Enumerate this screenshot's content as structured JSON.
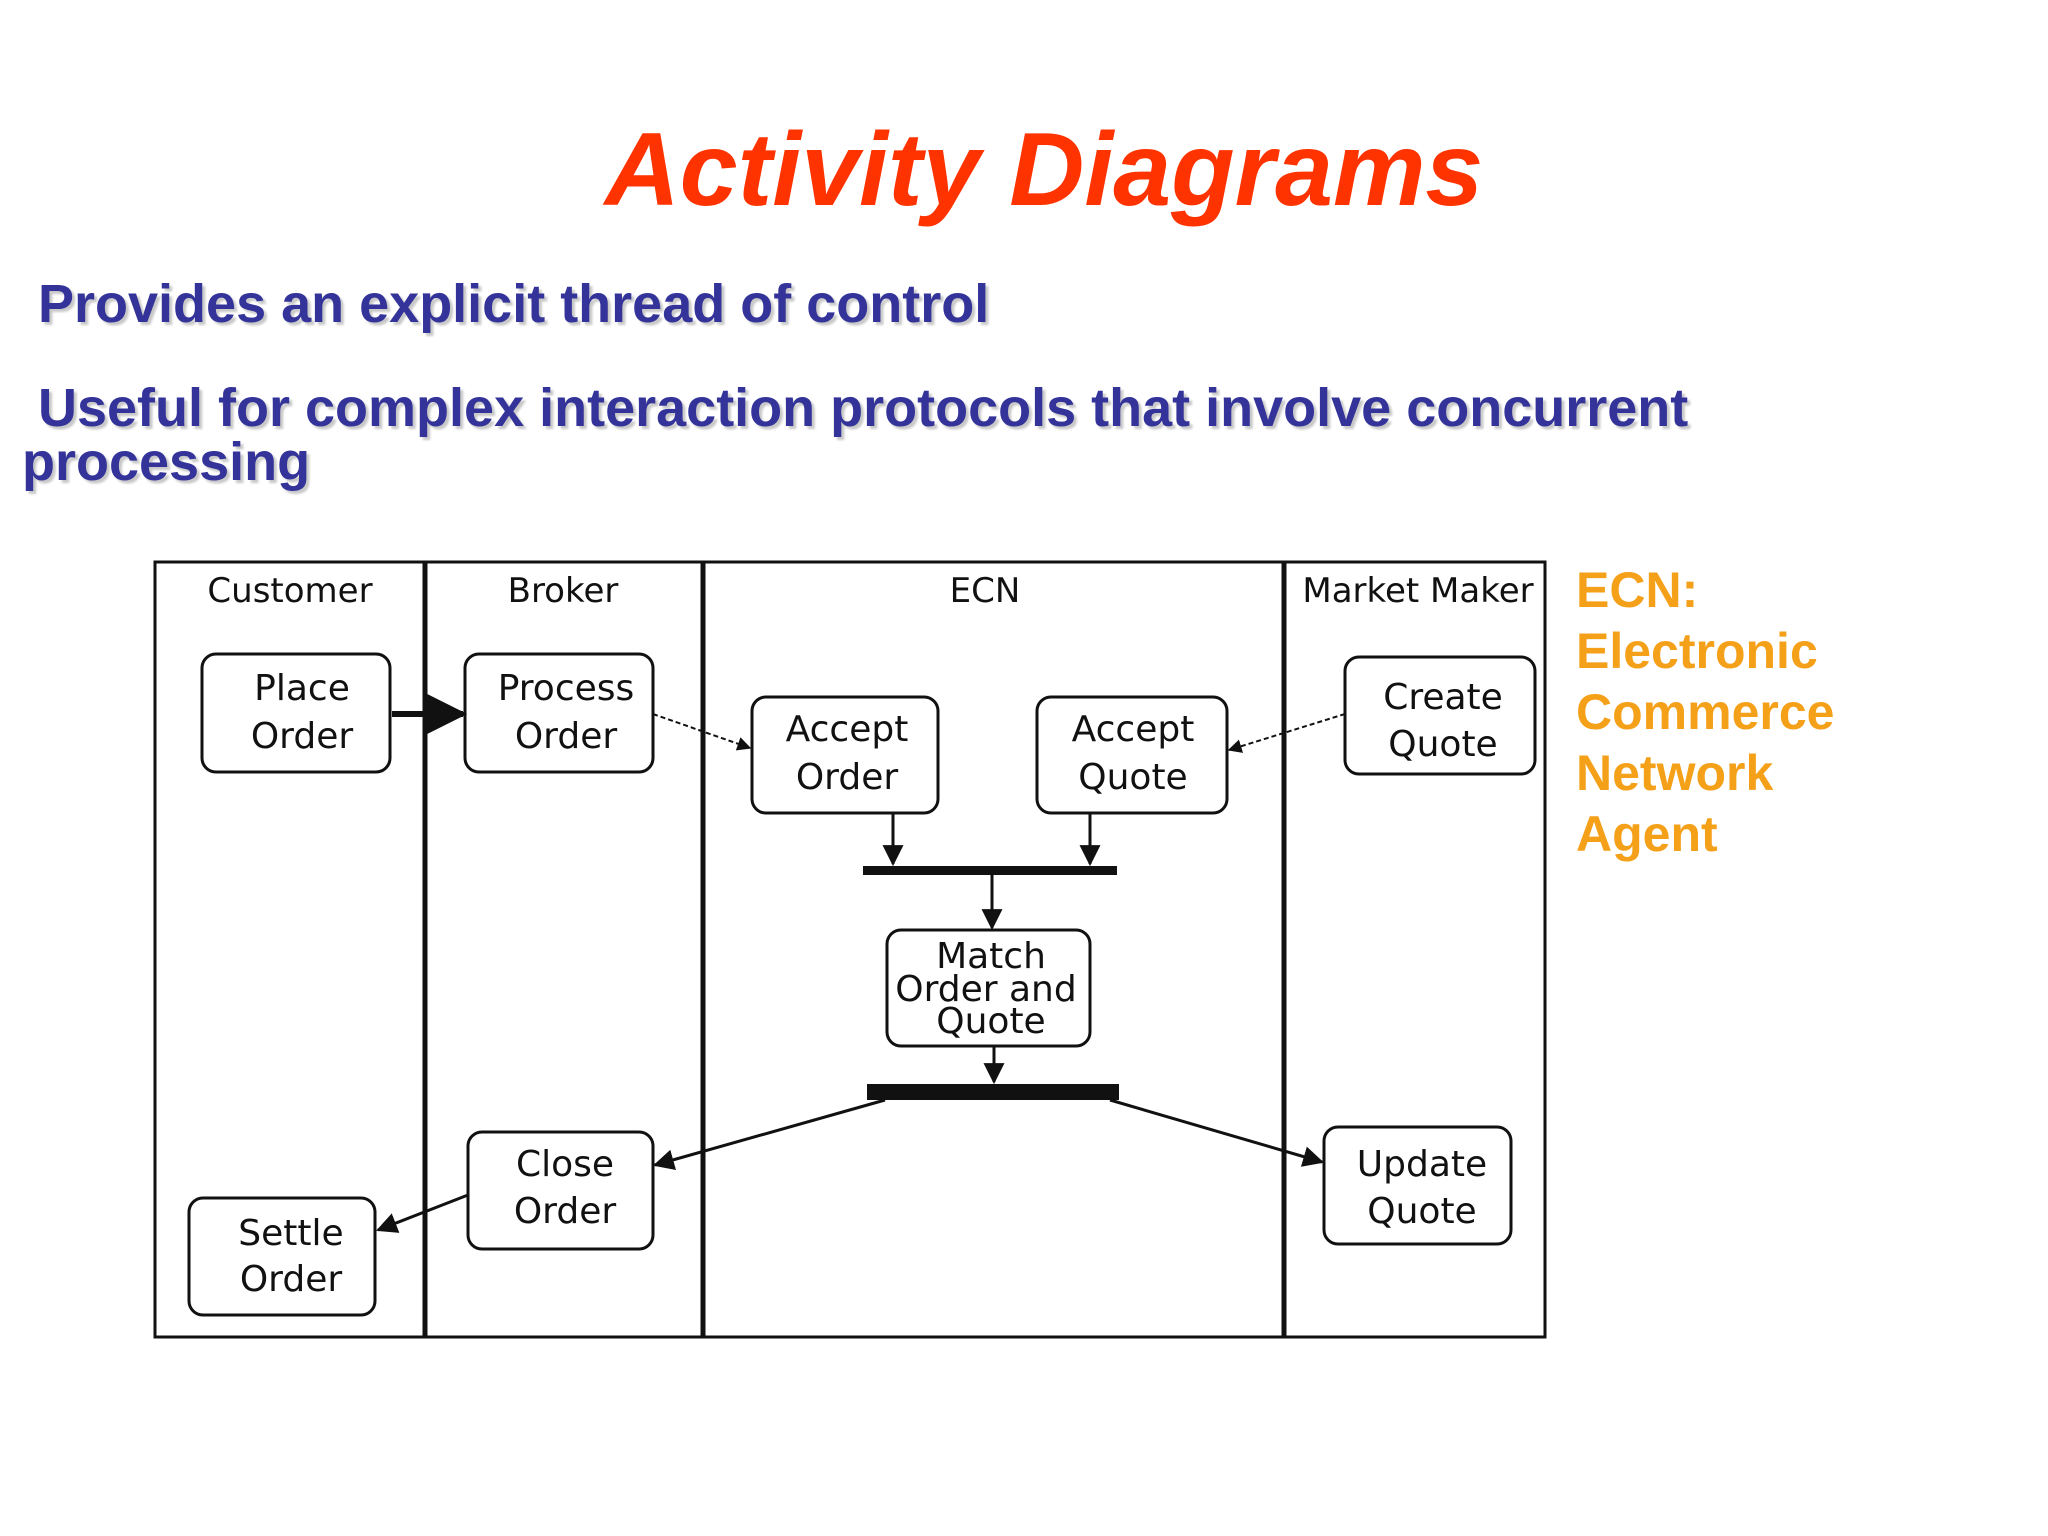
{
  "title": "Activity Diagrams",
  "bullets": [
    "Provides an explicit thread of control",
    "Useful for complex interaction protocols that involve concurrent processing"
  ],
  "sidebar": {
    "lines": [
      "ECN:",
      "Electronic",
      "Commerce",
      "Network",
      "Agent"
    ]
  },
  "diagram": {
    "lanes": [
      "Customer",
      "Broker",
      "ECN",
      "Market Maker"
    ],
    "nodes": {
      "place_order": [
        "Place",
        "Order"
      ],
      "process_order": [
        "Process",
        "Order"
      ],
      "accept_order": [
        "Accept",
        "Order"
      ],
      "accept_quote": [
        "Accept",
        "Quote"
      ],
      "create_quote": [
        "Create",
        "Quote"
      ],
      "match": [
        "Match",
        "Order and",
        "Quote"
      ],
      "close_order": [
        "Close",
        "Order"
      ],
      "settle_order": [
        "Settle",
        "Order"
      ],
      "update_quote": [
        "Update",
        "Quote"
      ]
    }
  },
  "colors": {
    "title": "#ff3300",
    "bullets": "#33339a",
    "sidebar": "#f5a019"
  }
}
